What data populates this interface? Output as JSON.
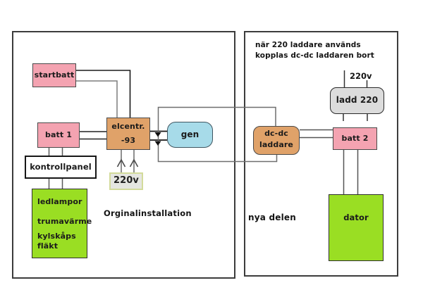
{
  "colors": {
    "battery_pink": "#f4a3b1",
    "central_tan": "#e0a269",
    "load_green": "#9ade23",
    "gen_blue": "#a7dbe9",
    "charger_gray": "#dcdcdc",
    "outlet_border_green": "#d3db9b",
    "wire_dark": "#1a1a1a",
    "wire_gray": "#6e6e6e",
    "panel_border": "#3c3c3c"
  },
  "left": {
    "startbatt_label": "startbatt",
    "batt1_label": "batt 1",
    "kontrollpanel_label": "kontrollpanel",
    "load_lines": [
      "ledlampor",
      "trumavärme",
      "kylskåps",
      "fläkt"
    ],
    "elcentral_line1": "elcentr.",
    "elcentral_line2": "-93",
    "gen_label": "gen",
    "outlet_label": "220v",
    "caption": "Orginalinstallation"
  },
  "right": {
    "note_line1": "när 220 laddare används",
    "note_line2": "kopplas dc-dc laddaren bort",
    "v220_label": "220v",
    "ladd220_label": "ladd 220",
    "dcdc_line1": "dc-dc",
    "dcdc_line2": "laddare",
    "batt2_label": "batt 2",
    "dator_label": "dator",
    "caption": "nya delen"
  }
}
